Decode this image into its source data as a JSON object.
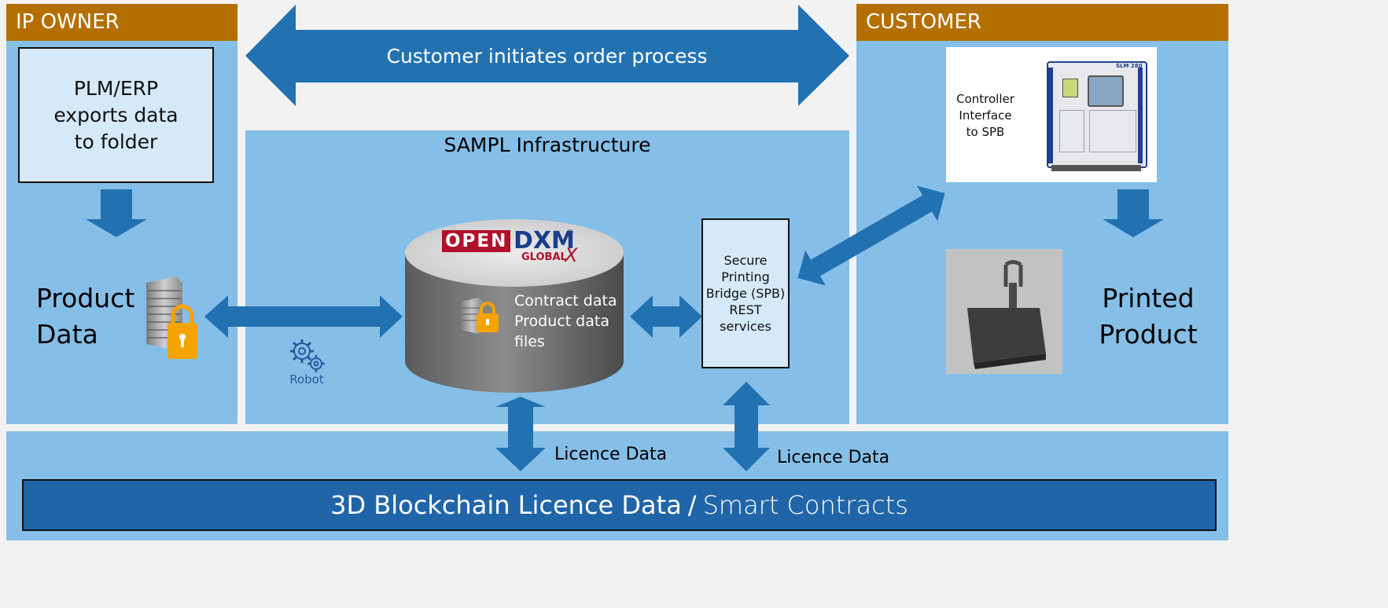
{
  "colors": {
    "background": "#f2f2f2",
    "panel": "#85bfe8",
    "header": "#b36f00",
    "arrow": "#2272b2",
    "blockchain_bar": "#2065a8",
    "box_fill": "#d5e9f9",
    "lock": "#f4a300",
    "opendxm_red": "#b1102b",
    "opendxm_blue": "#1a3e8c"
  },
  "ip_owner": {
    "header": "IP OWNER",
    "plm_box": [
      "PLM/ERP",
      "exports data",
      "to folder"
    ],
    "product_data": [
      "Product",
      "Data"
    ],
    "icons": [
      "server-icon",
      "lock-icon",
      "arrow-down-icon"
    ]
  },
  "top_arrow": {
    "label": "Customer initiates order process"
  },
  "sampl": {
    "title": "SAMPL Infrastructure",
    "robot_label": "Robot",
    "logo": {
      "open": "OPEN",
      "dxm": "DXM",
      "global": "GLOBAL",
      "x": "X",
      "registered": "®"
    },
    "db_text": [
      "Contract data",
      "Product data",
      "files"
    ],
    "spb_box": [
      "Secure",
      "Printing",
      "Bridge (SPB)",
      "REST",
      "services"
    ]
  },
  "customer": {
    "header": "CUSTOMER",
    "controller_text": [
      "Controller",
      "Interface",
      "to SPB"
    ],
    "machine_brand": "SLM 280",
    "printed_product": [
      "Printed",
      "Product"
    ]
  },
  "bottom": {
    "licence_left": "Licence Data",
    "licence_right": "Licence Data",
    "bar_main": "3D Blockchain Licence Data",
    "bar_sep": "/",
    "bar_sub": "Smart Contracts"
  }
}
